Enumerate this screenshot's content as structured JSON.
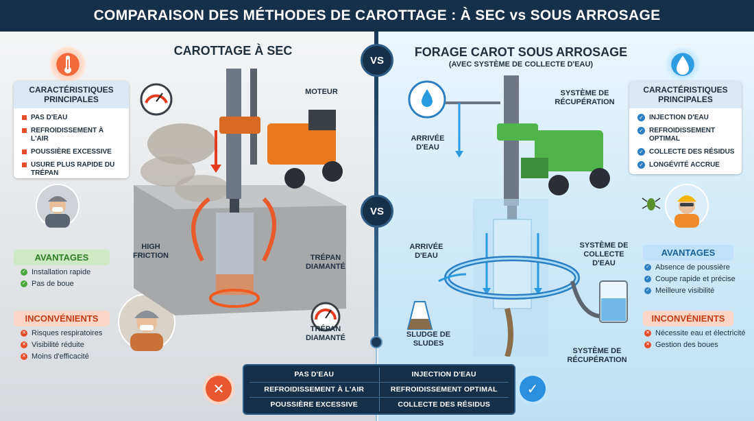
{
  "title": "COMPARAISON DES MÉTHODES DE CAROTTAGE : À SEC vs SOUS ARROSAGE",
  "vs_label": "VS",
  "colors": {
    "dry_accent": "#e44c2a",
    "wet_accent": "#2b7fc2",
    "header": "#173049",
    "green": "#4aa83e"
  },
  "left": {
    "heading": "CAROTTAGE À SEC",
    "icon": "thermometer-icon",
    "features_title": "CARACTÉRISTIQUES PRINCIPALES",
    "features": [
      "PAS D'EAU",
      "REFROIDISSEMENT À L'AIR",
      "POUSSIÈRE EXCESSIVE",
      "USURE PLUS RAPIDE DU TRÉPAN"
    ],
    "advantages_title": "AVANTAGES",
    "advantages": [
      "Installation rapide",
      "Pas de boue"
    ],
    "drawbacks_title": "INCONVÉNIENTS",
    "drawbacks": [
      "Risques respiratoires",
      "Visibilité réduite",
      "Moins d'efficacité"
    ],
    "labels": {
      "motor": "MOTEUR",
      "friction": "HIGH FRICTION",
      "bit1": "TRÉPAN DIAMANTÉ",
      "bit2": "TRÉPAN DIAMANTÉ"
    }
  },
  "right": {
    "heading": "FORAGE CAROT SOUS ARROSAGE",
    "subheading": "(AVEC SYSTÈME DE COLLECTE D'EAU)",
    "icon": "water-drop-icon",
    "features_title": "CARACTÉRISTIQUES PRINCIPALES",
    "features": [
      "INJECTION D'EAU",
      "REFROIDISSEMENT OPTIMAL",
      "COLLECTE DES RÉSIDUS",
      "LONGÉVITÉ ACCRUE"
    ],
    "advantages_title": "AVANTAGES",
    "advantages": [
      "Absence de poussière",
      "Coupe rapide et précise",
      "Meilleure visibilité"
    ],
    "drawbacks_title": "INCONVÉNIENTS",
    "drawbacks": [
      "Nécessite eau et électricité",
      "Gestion des boues"
    ],
    "labels": {
      "recovery_top": "SYSTÈME DE RÉCUPÉRATION",
      "water_in_top": "ARRIVÉE D'EAU",
      "water_in_mid": "ARRIVÉE D'EAU",
      "collect": "SYSTÈME DE COLLECTE D'EAU",
      "sludge": "SLUDGE DE SLUDES",
      "recovery_bottom": "SYSTÈME DE RÉCUPÉRATION"
    }
  },
  "comparison": [
    {
      "dry": "PAS D'EAU",
      "wet": "INJECTION D'EAU"
    },
    {
      "dry": "REFROIDISSEMENT À L'AIR",
      "wet": "REFROIDISSEMENT OPTIMAL"
    },
    {
      "dry": "POUSSIÈRE EXCESSIVE",
      "wet": "COLLECTE DES RÉSIDUS"
    }
  ]
}
